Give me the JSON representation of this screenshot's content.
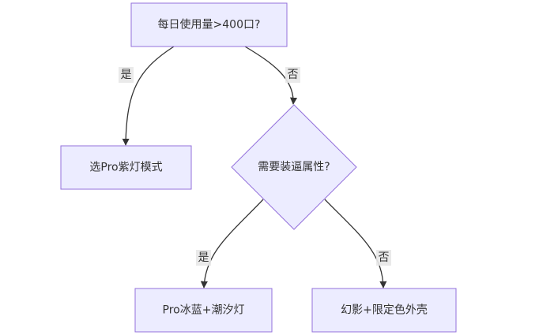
{
  "diagram": {
    "nodes": {
      "q1": "每日使用量>400口?",
      "pro_purple": "选Pro紫灯模式",
      "q2": "需要装逼属性?",
      "pro_ice": "Pro冰蓝+潮汐灯",
      "illusion": "幻影+限定色外壳"
    },
    "edges": {
      "q1_yes": "是",
      "q1_no": "否",
      "q2_yes": "是",
      "q2_no": "否"
    }
  }
}
